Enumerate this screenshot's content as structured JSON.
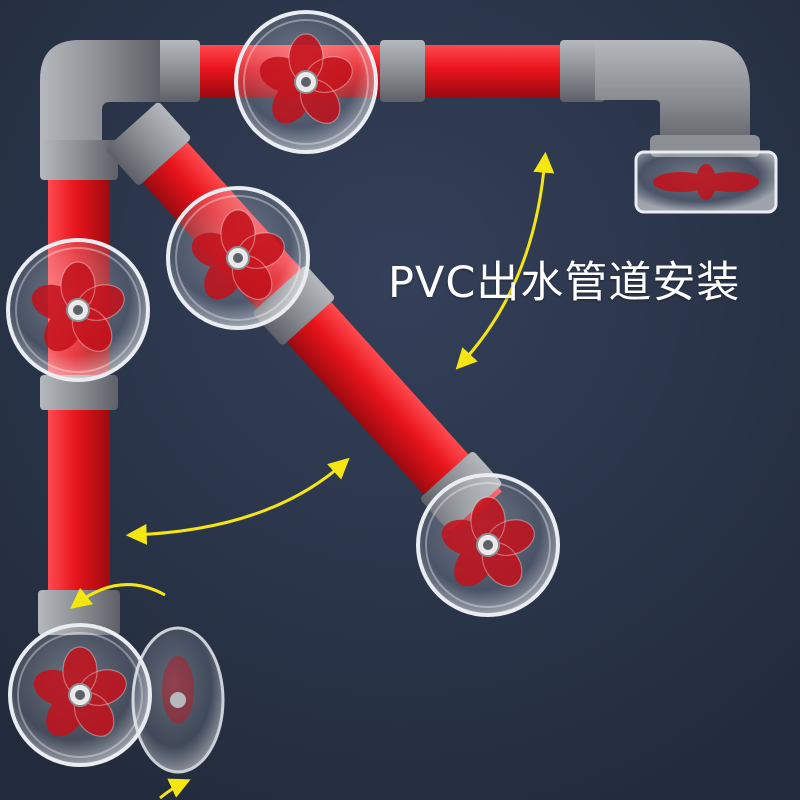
{
  "caption": {
    "text": "PVC出水管道安装"
  },
  "colors": {
    "background": "#2a3446",
    "pipe_red": "#e8141b",
    "pipe_gray": "#8c8f94",
    "arrow_yellow": "#f5e612",
    "propeller_red": "#c4101a"
  },
  "icons": [
    "pipe-elbow",
    "propeller-housing",
    "double-arrow",
    "curved-arrow"
  ]
}
